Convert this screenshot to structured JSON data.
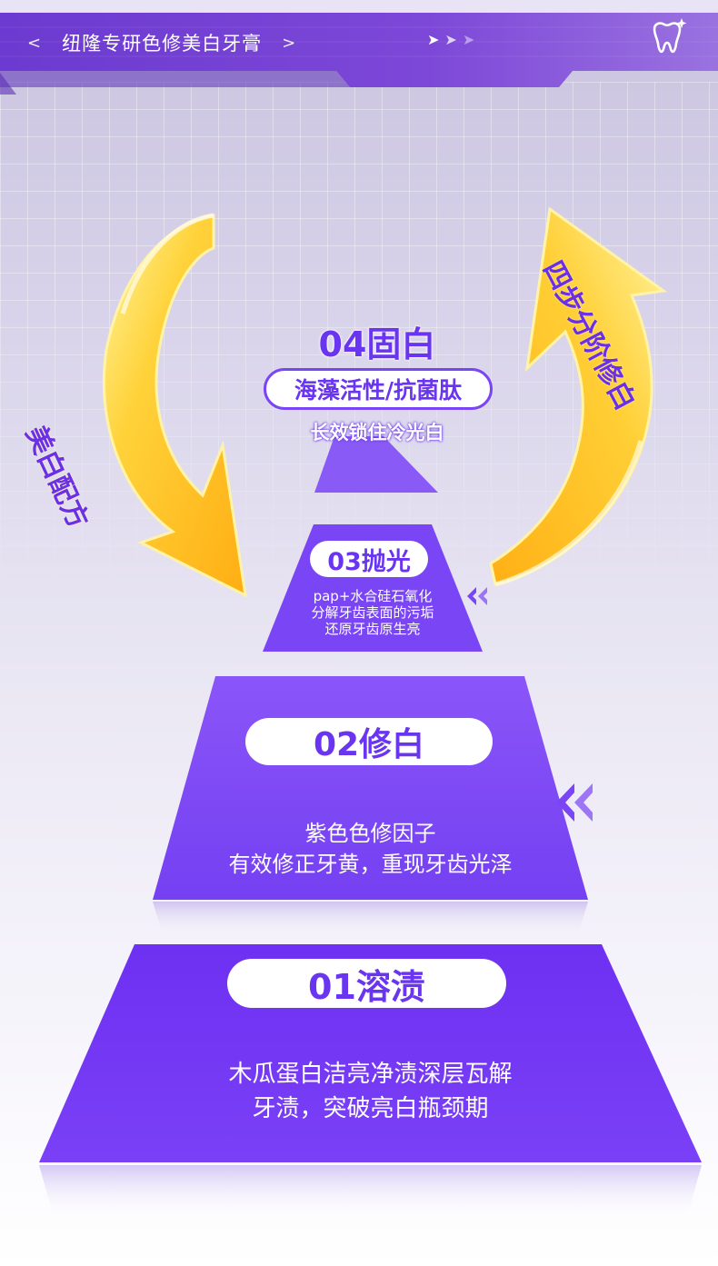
{
  "header": {
    "back_chevron": "<",
    "title": "纽隆专研色修美白牙膏",
    "forward_chevron": ">",
    "arrow_glyphs": [
      "➤",
      "➤",
      "➤"
    ],
    "icon": "tooth-sparkle-icon"
  },
  "side_labels": {
    "left": "美白配方",
    "right": "四步分阶修白"
  },
  "tiers": [
    {
      "id": "04",
      "title": "04固白",
      "pill": "海藻活性/抗菌肽",
      "desc": [
        "长效锁住冷光白"
      ]
    },
    {
      "id": "03",
      "title": "03抛光",
      "desc": [
        "pap+水合硅石氧化",
        "分解牙齿表面的污垢",
        "还原牙齿原生亮"
      ]
    },
    {
      "id": "02",
      "title": "02修白",
      "desc": [
        "紫色色修因子",
        "有效修正牙黄，重现牙齿光泽"
      ]
    },
    {
      "id": "01",
      "title": "01溶渍",
      "desc": [
        "木瓜蛋白洁亮净渍深层瓦解",
        "牙渍，突破亮白瓶颈期"
      ]
    }
  ],
  "colors": {
    "header_purple": "#7b45d6",
    "tier_purple": "#7a45f5",
    "tier_deep": "#6a2ff0",
    "arrow_yellow": "#ffc21e",
    "text_purple": "#6a35f0"
  }
}
